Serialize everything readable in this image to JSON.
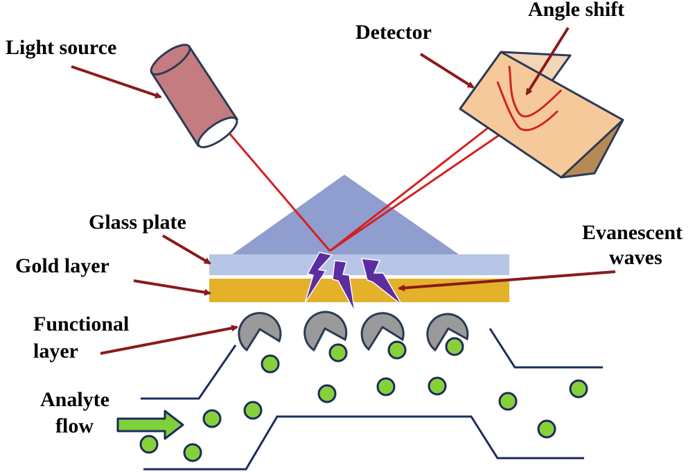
{
  "labels": {
    "light_source": "Light source",
    "detector": "Detector",
    "angle_shift": "Angle shift",
    "glass_plate": "Glass plate",
    "gold_layer": "Gold layer",
    "evanescent_line1": "Evanescent",
    "evanescent_line2": "waves",
    "functional_line1": "Functional",
    "functional_line2": "layer",
    "analyte_line1": "Analyte",
    "analyte_line2": "flow"
  },
  "colors": {
    "arrow": "#8b1a1a",
    "light_beam": "#d32020",
    "light_source_body": "#c47c80",
    "detector_front": "#f5c99a",
    "detector_top": "#f3d6b6",
    "detector_side": "#b58a55",
    "prism": "#8f9ecf",
    "glass_plate": "#b7c6e6",
    "gold_layer": "#e4b12b",
    "receptor": "#9a9a9a",
    "receptor_outline": "#2b3a55",
    "analyte": "#88d03a",
    "channel": "#1c2a5e",
    "evanescent": "#5d2ca0",
    "flow_arrow": "#7fd03a"
  }
}
